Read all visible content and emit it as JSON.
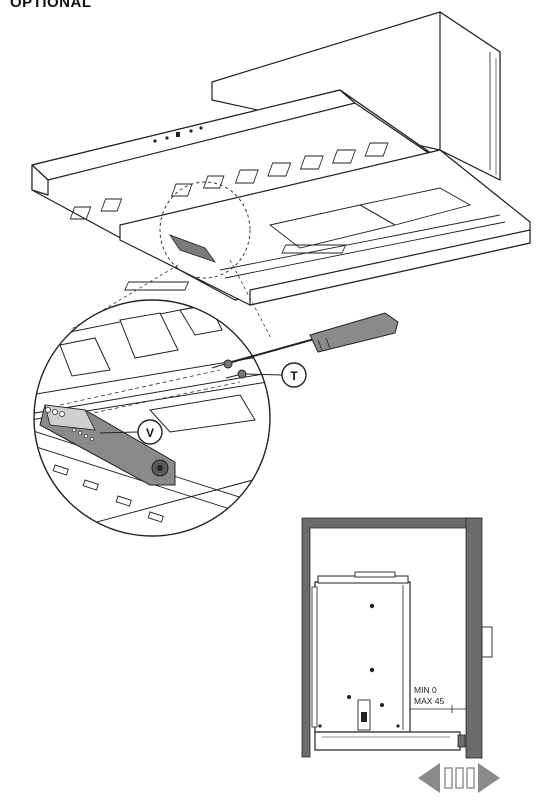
{
  "heading": "OPTIONAL",
  "callouts": {
    "t": "T",
    "v": "V"
  },
  "clearance": {
    "min": "MIN 0",
    "max": "MAX 45"
  },
  "colors": {
    "line": "#222222",
    "wall": "#6b6b6b",
    "fill": "#ffffff",
    "shade": "#8a8a8a"
  }
}
